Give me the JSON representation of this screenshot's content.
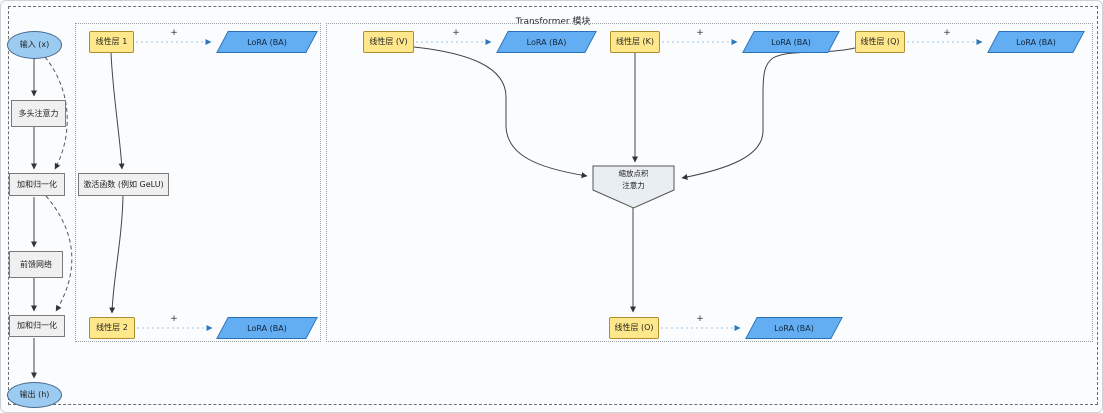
{
  "canvas": {
    "title": "Transformer 模块"
  },
  "colors": {
    "linear_fill": "#FFE88C",
    "linear_border": "#AE8F2F",
    "lora_fill": "#63AEF2",
    "lora_border": "#2A72B8",
    "terminal_fill": "#9CCBF2",
    "terminal_border": "#46688C",
    "block_fill": "#F0F0F0",
    "block_border": "#7A7A7A",
    "attention_fill": "#E9EEF3",
    "residual_arrow": "#555555",
    "add_arrow_blue": "#2B76BD"
  },
  "backbone": {
    "input": "输入 (x)",
    "mha": "多头注意力",
    "add_norm_1": "加和归一化",
    "ffn": "前馈网络",
    "add_norm_2": "加和归一化",
    "output": "输出 (h)"
  },
  "ffn_detail": {
    "linear1": "线性层 1",
    "lora1": "LoRA (BA)",
    "plus1": "+",
    "activation": "激活函数 (例如 GeLU)",
    "linear2": "线性层 2",
    "lora2": "LoRA (BA)",
    "plus2": "+"
  },
  "attention_detail": {
    "linear_v": "线性层 (V)",
    "lora_v": "LoRA (BA)",
    "plus_v": "+",
    "linear_k": "线性层 (K)",
    "lora_k": "LoRA (BA)",
    "plus_k": "+",
    "linear_q": "线性层 (Q)",
    "lora_q": "LoRA (BA)",
    "plus_q": "+",
    "attention_line1": "缩放点积",
    "attention_line2": "注意力",
    "linear_o": "线性层 (O)",
    "lora_o": "LoRA (BA)",
    "plus_o": "+"
  }
}
